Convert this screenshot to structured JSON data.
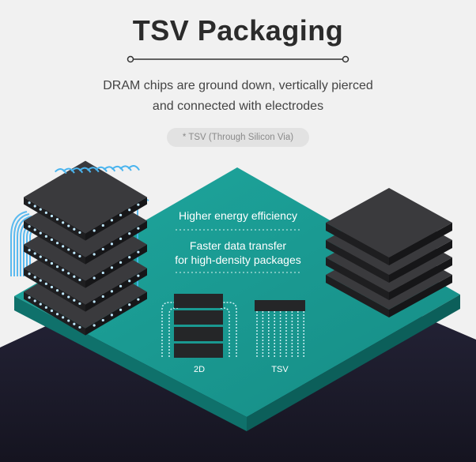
{
  "header": {
    "title": "TSV Packaging",
    "subtitle_line1": "DRAM chips are ground down, vertically pierced",
    "subtitle_line2": "and connected with electrodes",
    "note": "* TSV (Through Silicon Via)"
  },
  "benefits": [
    {
      "line1": "Higher energy efficiency"
    },
    {
      "line1": "Faster data transfer",
      "line2": "for high-density packages"
    }
  ],
  "comparison": {
    "left_label": "2D",
    "right_label": "TSV"
  },
  "colors": {
    "background": "#f1f1f1",
    "floor": "#1d1c2a",
    "platform_top": "#1a9a92",
    "chip": "#2e2e30",
    "wire": "#4ab4ee"
  }
}
